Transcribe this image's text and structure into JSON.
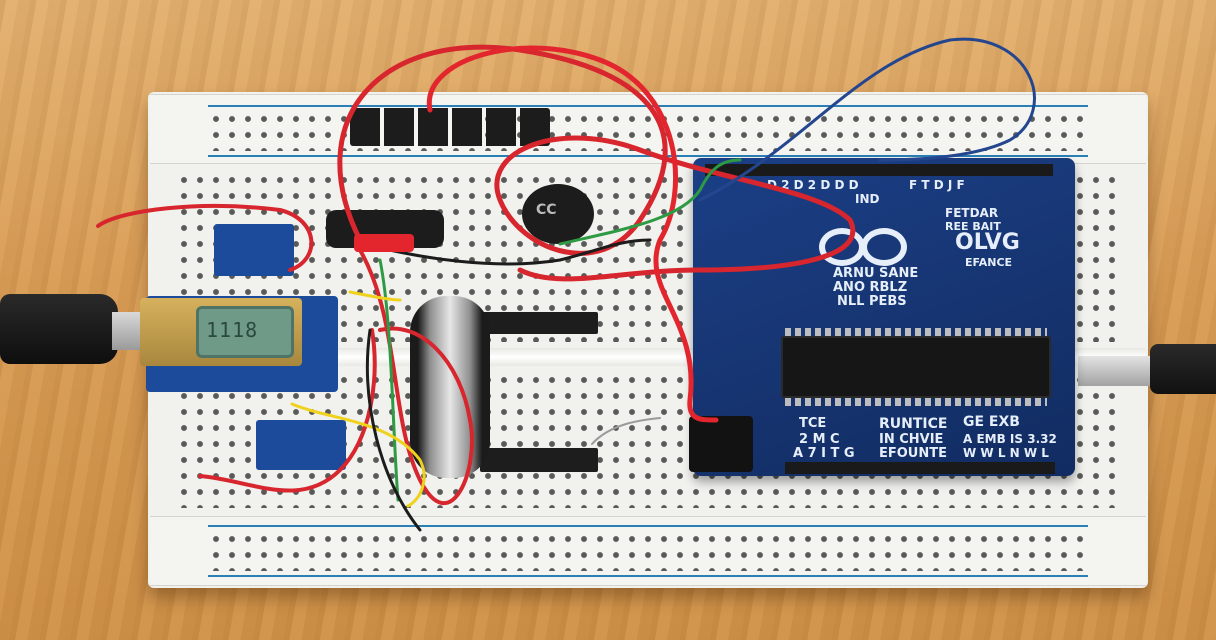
{
  "scene": {
    "description_visible": "breadboard electronics prototype"
  },
  "lcd": {
    "display_text": "1118"
  },
  "buzzer": {
    "label": "CC"
  },
  "arduino": {
    "logo_text": "OLVG",
    "top_pin_labels": "D 2 D 2 D D D",
    "top_right_labels": "F T D J F",
    "ind_label": "IND",
    "silk_1": "FETDAR",
    "silk_2": "REE BAIT",
    "efance": "EFANCE",
    "arno_1": "ARNU SANE",
    "arno_2": "ANO RBLZ",
    "arno_3": "NLL PEBS",
    "bottom_left_1": "TCE",
    "bottom_left_2": "2 M C",
    "bottom_left_3": "A 7 I T G",
    "bottom_mid_1": "RUNTICE",
    "bottom_mid_2": "IN CHVIE",
    "bottom_mid_3": "EFOUNTE",
    "bottom_right_1": "GE EXB",
    "bottom_right_2": "A EMB IS 3.32",
    "bottom_right_3": "W W L N W L"
  }
}
